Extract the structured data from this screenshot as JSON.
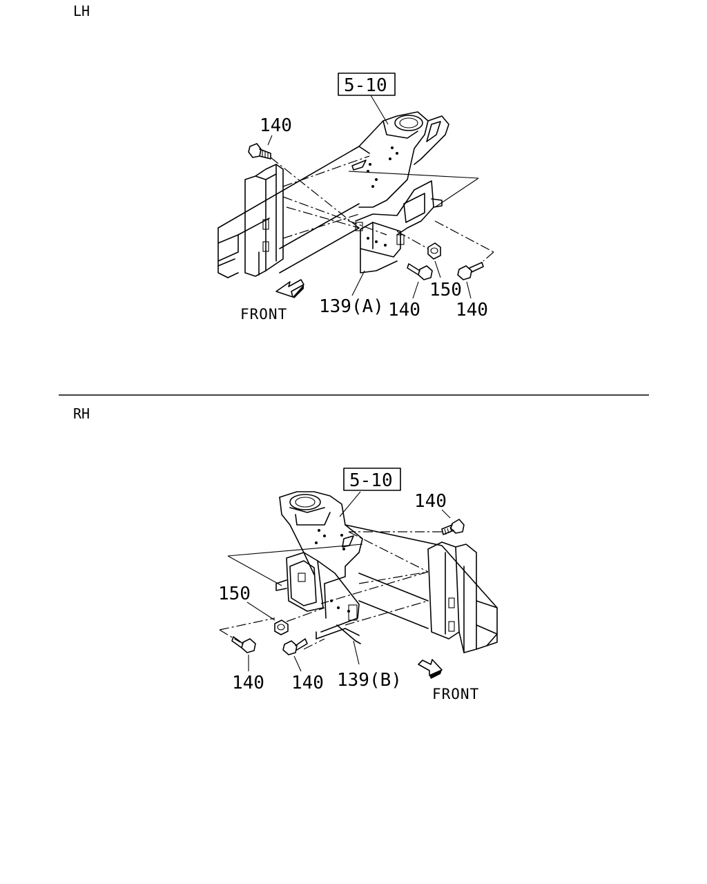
{
  "sections": {
    "lh": {
      "title": "LH",
      "ref_box": "5-10",
      "labels": {
        "bolt_top": "140",
        "bracket": "139(A)",
        "bolt_mid": "140",
        "nut": "150",
        "bolt_right": "140"
      },
      "front": "FRONT"
    },
    "rh": {
      "title": "RH",
      "ref_box": "5-10",
      "labels": {
        "bolt_top": "140",
        "nut": "150",
        "bolt_left": "140",
        "bolt_mid": "140",
        "bracket": "139(B)"
      },
      "front": "FRONT"
    }
  }
}
